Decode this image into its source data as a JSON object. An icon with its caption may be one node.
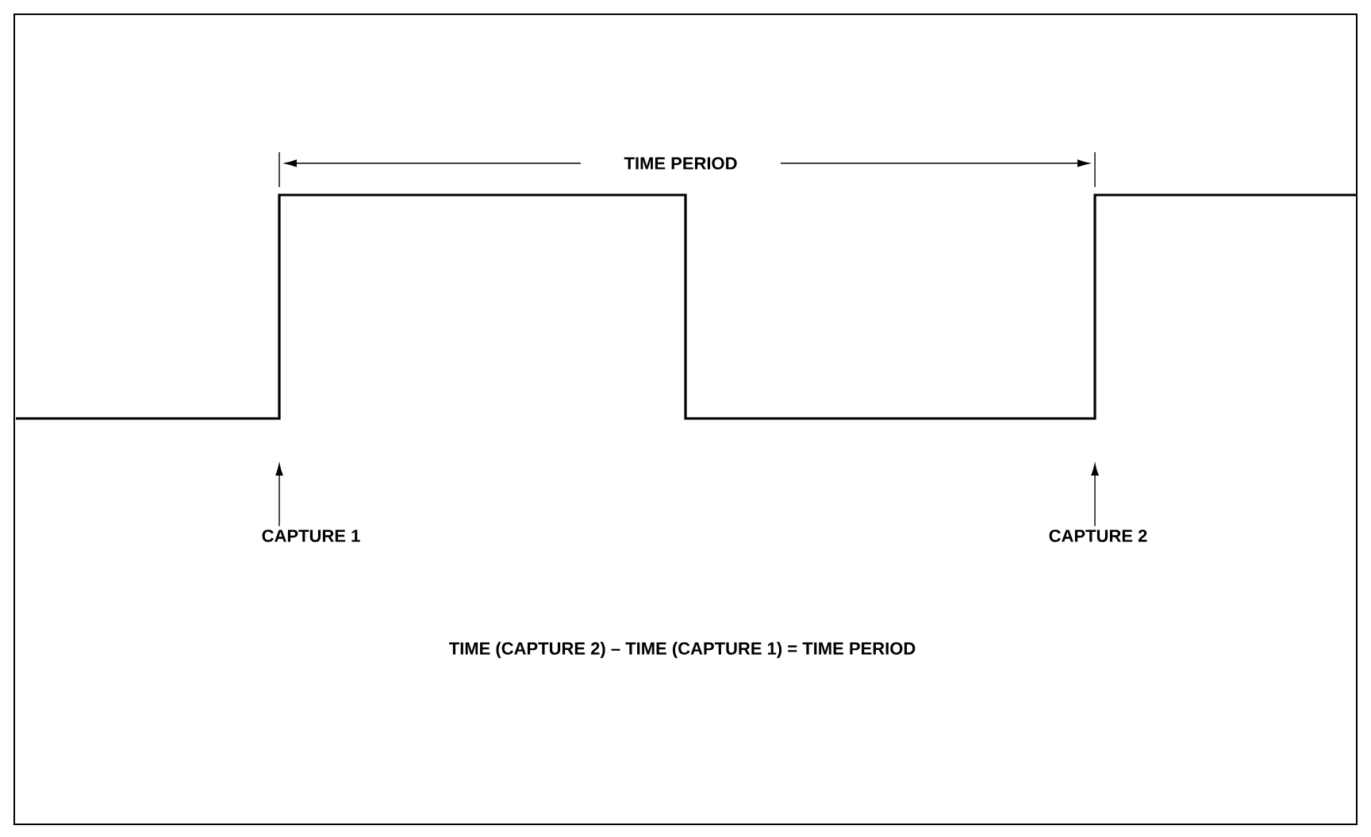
{
  "diagram": {
    "nodes": [
      {
        "text": [
          "CAPTURE 1"
        ]
      },
      {
        "text": [
          "CAPTURE 2"
        ]
      }
    ],
    "edges": [
      {
        "from": 0,
        "to": null,
        "arrow": "to"
      },
      {
        "from": 1,
        "to": null,
        "arrow": "to"
      }
    ],
    "labels": [
      "TIME PERIOD",
      "TIME (CAPTURE 2) – TIME (CAPTURE 1) = TIME PERIOD"
    ]
  }
}
